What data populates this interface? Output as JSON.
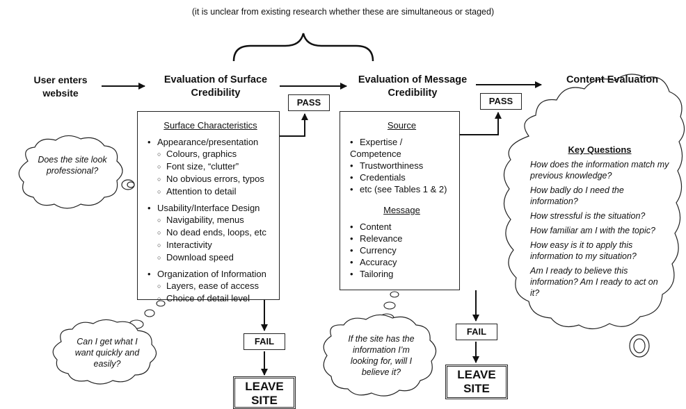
{
  "top_note": "(it is unclear from existing research whether these are simultaneous or staged)",
  "stages": {
    "user": "User enters website",
    "surface": "Evaluation of Surface Credibility",
    "message": "Evaluation of Message Credibility",
    "content": "Content Evaluation"
  },
  "surface_box": {
    "heading": "Surface Characteristics",
    "groups": [
      {
        "label": "Appearance/presentation",
        "items": [
          "Colours, graphics",
          "Font size, “clutter”",
          "No obvious errors, typos",
          "Attention to detail"
        ]
      },
      {
        "label": "Usability/Interface Design",
        "items": [
          "Navigability, menus",
          "No dead ends, loops, etc",
          "Interactivity",
          "Download speed"
        ]
      },
      {
        "label": "Organization of Information",
        "items": [
          "Layers, ease of access",
          "Choice of detail level"
        ]
      }
    ]
  },
  "message_box": {
    "source_heading": "Source",
    "source_items": [
      "Expertise / Competence",
      "Trustworthiness",
      "Credentials",
      "etc (see Tables 1 & 2)"
    ],
    "message_heading": "Message",
    "message_items": [
      "Content",
      "Relevance",
      "Currency",
      "Accuracy",
      "Tailoring"
    ]
  },
  "pass_label": "PASS",
  "fail_label": "FAIL",
  "leave_label_1": "LEAVE",
  "leave_label_2": "SITE",
  "thoughts": {
    "professional": "Does the site look professional?",
    "quickly": "Can I get what I want quickly and easily?",
    "believe": "If the site has the information I’m looking for, will I believe it?"
  },
  "key_questions": {
    "title": "Key Questions",
    "questions": [
      "How does the information match my previous knowledge?",
      "How badly do I need the information?",
      "How stressful is the situation?",
      "How familiar am I with the topic?",
      "How easy is it to apply this information to my situation?",
      "Am I ready to believe this information?  Am I ready to act on it?"
    ]
  }
}
